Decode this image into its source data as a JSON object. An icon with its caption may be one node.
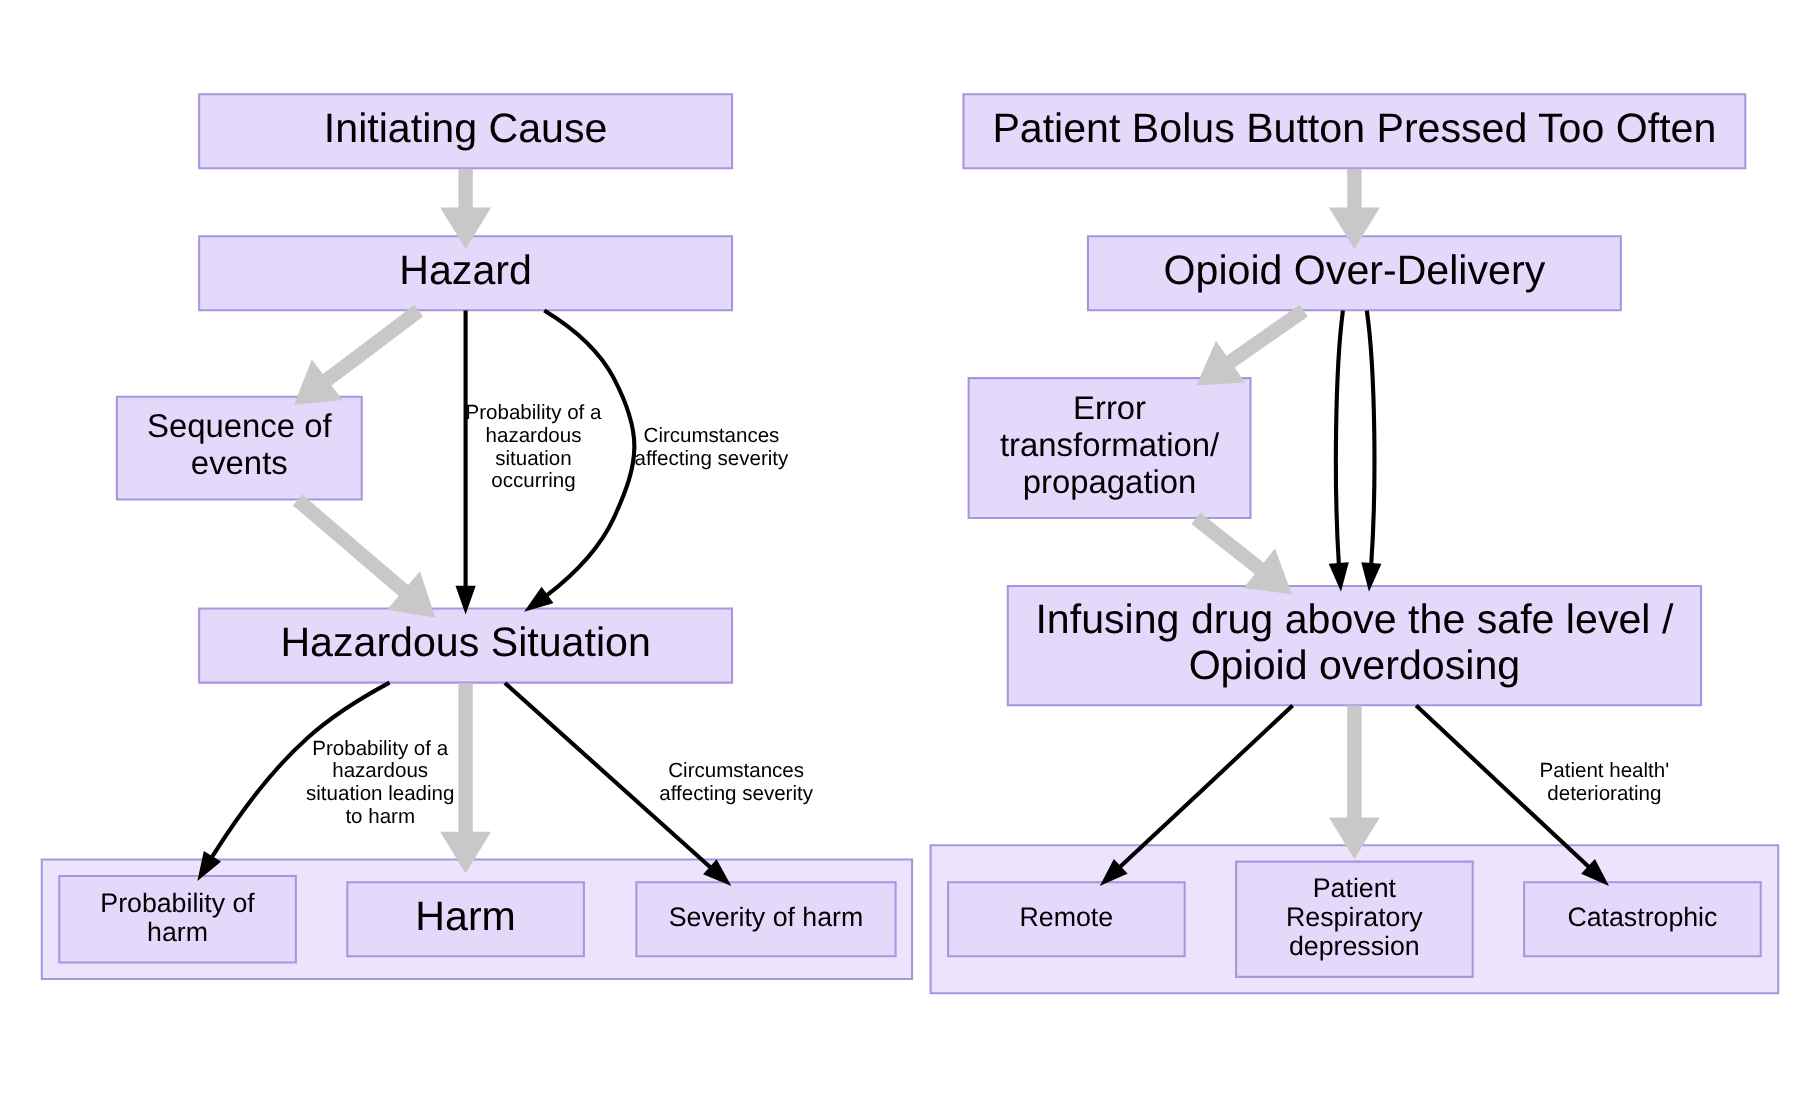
{
  "diagram": {
    "nodes": [
      {
        "text": [
          "Initiating Cause"
        ]
      },
      {
        "text": [
          "Hazard"
        ]
      },
      {
        "text": [
          "Sequence of events"
        ]
      },
      {
        "text": [
          "Hazardous Situation"
        ]
      },
      {
        "text": [],
        "shape": "box"
      },
      {
        "text": [
          "Probability of harm"
        ],
        "in": 4
      },
      {
        "text": [
          "Harm"
        ],
        "in": 4
      },
      {
        "text": [
          "Severity of harm"
        ],
        "in": 4
      },
      {
        "text": [
          "Patient Bolus Button Pressed Too Often"
        ]
      },
      {
        "text": [
          "Opioid Over-Delivery"
        ]
      },
      {
        "text": [
          "Error transformation/ propagation"
        ]
      },
      {
        "text": [
          "Infusing drug above the safe level / Opioid overdosing"
        ]
      },
      {
        "text": [],
        "shape": "box"
      },
      {
        "text": [
          "Remote"
        ],
        "in": 12
      },
      {
        "text": [
          "Patient Respiratory depression"
        ],
        "in": 12
      },
      {
        "text": [
          "Catastrophic"
        ],
        "in": 12
      }
    ],
    "edges": [
      {
        "from": 0,
        "to": 1,
        "arrow": "to",
        "style": "thick",
        "color": "#c8c8c8"
      },
      {
        "from": 1,
        "to": 2,
        "arrow": "to",
        "style": "thick",
        "color": "#c8c8c8"
      },
      {
        "from": 1,
        "to": 3,
        "arrow": "to",
        "label": "Probability of a hazardous situation occurring",
        "color": "#000000"
      },
      {
        "from": 1,
        "to": 3,
        "arrow": "to",
        "label": "Circumstances affecting severity",
        "color": "#000000"
      },
      {
        "from": 2,
        "to": 3,
        "arrow": "to",
        "style": "thick",
        "color": "#c8c8c8"
      },
      {
        "from": 3,
        "to": 5,
        "arrow": "to",
        "label": "Probability of a hazardous situation leading to harm",
        "color": "#000000"
      },
      {
        "from": 3,
        "to": 4,
        "arrow": "to",
        "style": "thick",
        "color": "#c8c8c8"
      },
      {
        "from": 3,
        "to": 7,
        "arrow": "to",
        "label": "Circumstances affecting severity",
        "color": "#000000"
      },
      {
        "from": 8,
        "to": 9,
        "arrow": "to",
        "style": "thick",
        "color": "#c8c8c8"
      },
      {
        "from": 9,
        "to": 10,
        "arrow": "to",
        "style": "thick",
        "color": "#c8c8c8"
      },
      {
        "from": 9,
        "to": 11,
        "arrow": "to",
        "color": "#000000"
      },
      {
        "from": 9,
        "to": 11,
        "arrow": "to",
        "color": "#000000"
      },
      {
        "from": 10,
        "to": 11,
        "arrow": "to",
        "style": "thick",
        "color": "#c8c8c8"
      },
      {
        "from": 11,
        "to": 13,
        "arrow": "to",
        "color": "#000000"
      },
      {
        "from": 11,
        "to": 12,
        "arrow": "to",
        "style": "thick",
        "color": "#c8c8c8"
      },
      {
        "from": 11,
        "to": 15,
        "arrow": "to",
        "label": "Patient health' deteriorating",
        "color": "#000000"
      }
    ]
  }
}
